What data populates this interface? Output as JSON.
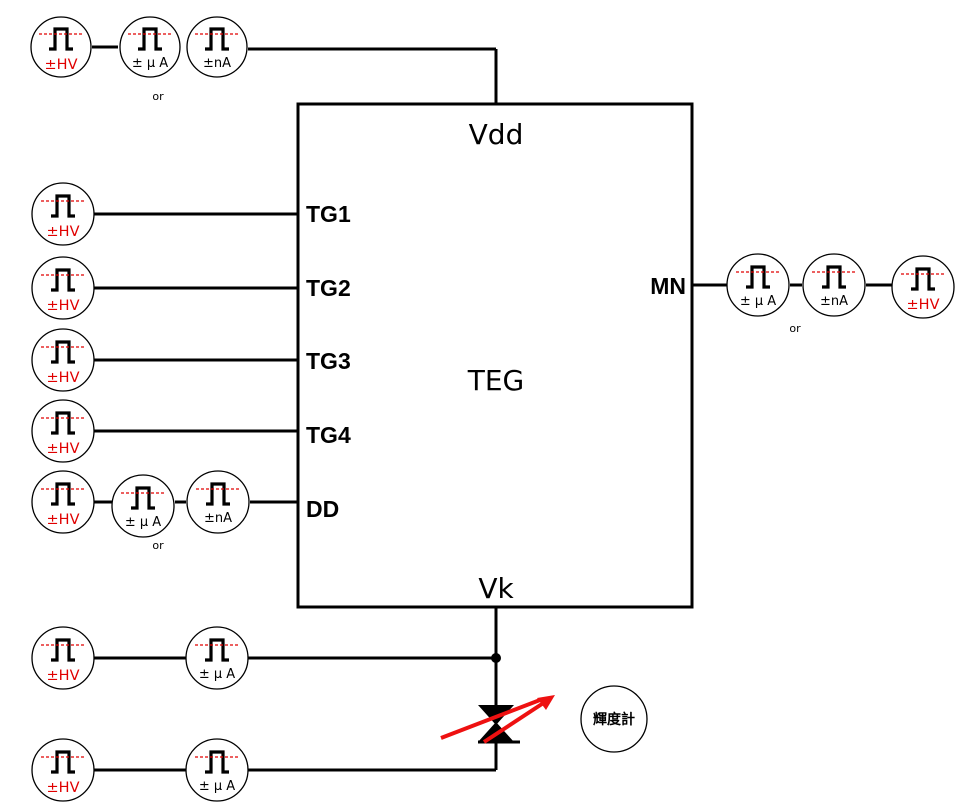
{
  "block": {
    "title": "TEG"
  },
  "pins": {
    "vdd": "Vdd",
    "vk": "Vk",
    "tg1": "TG1",
    "tg2": "TG2",
    "tg3": "TG3",
    "tg4": "TG4",
    "dd": "DD",
    "mn": "MN"
  },
  "sources": {
    "hv": "±HV",
    "ua": "± μ A",
    "na": "±nA"
  },
  "connector": "or",
  "meter": "輝度計",
  "colors": {
    "wire": "#000000",
    "accent": "#e00000"
  }
}
